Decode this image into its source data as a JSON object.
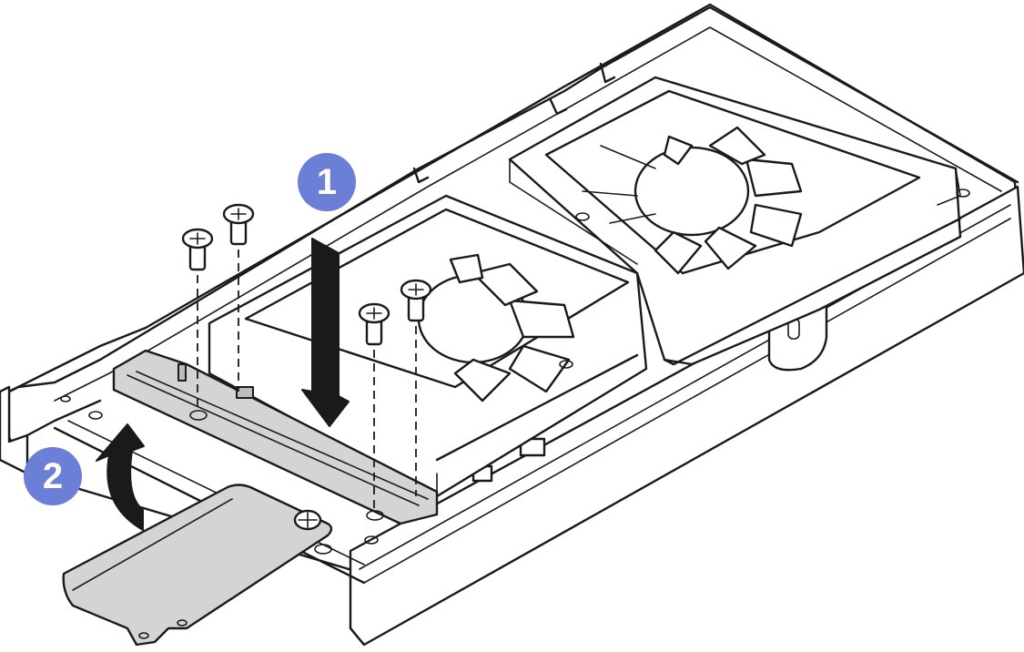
{
  "steps": [
    {
      "number": "1",
      "action": "lower-riser-into-bracket"
    },
    {
      "number": "2",
      "action": "rotate-m2-drive-up"
    }
  ],
  "colors": {
    "badge": "#6b7fd7",
    "outline": "#1a1a1a",
    "highlight_part": "#d4d4d4",
    "background": "#ffffff"
  },
  "icons": [
    "down-arrow-icon",
    "curved-up-arrow-icon",
    "screw-icon",
    "fan-icon"
  ]
}
